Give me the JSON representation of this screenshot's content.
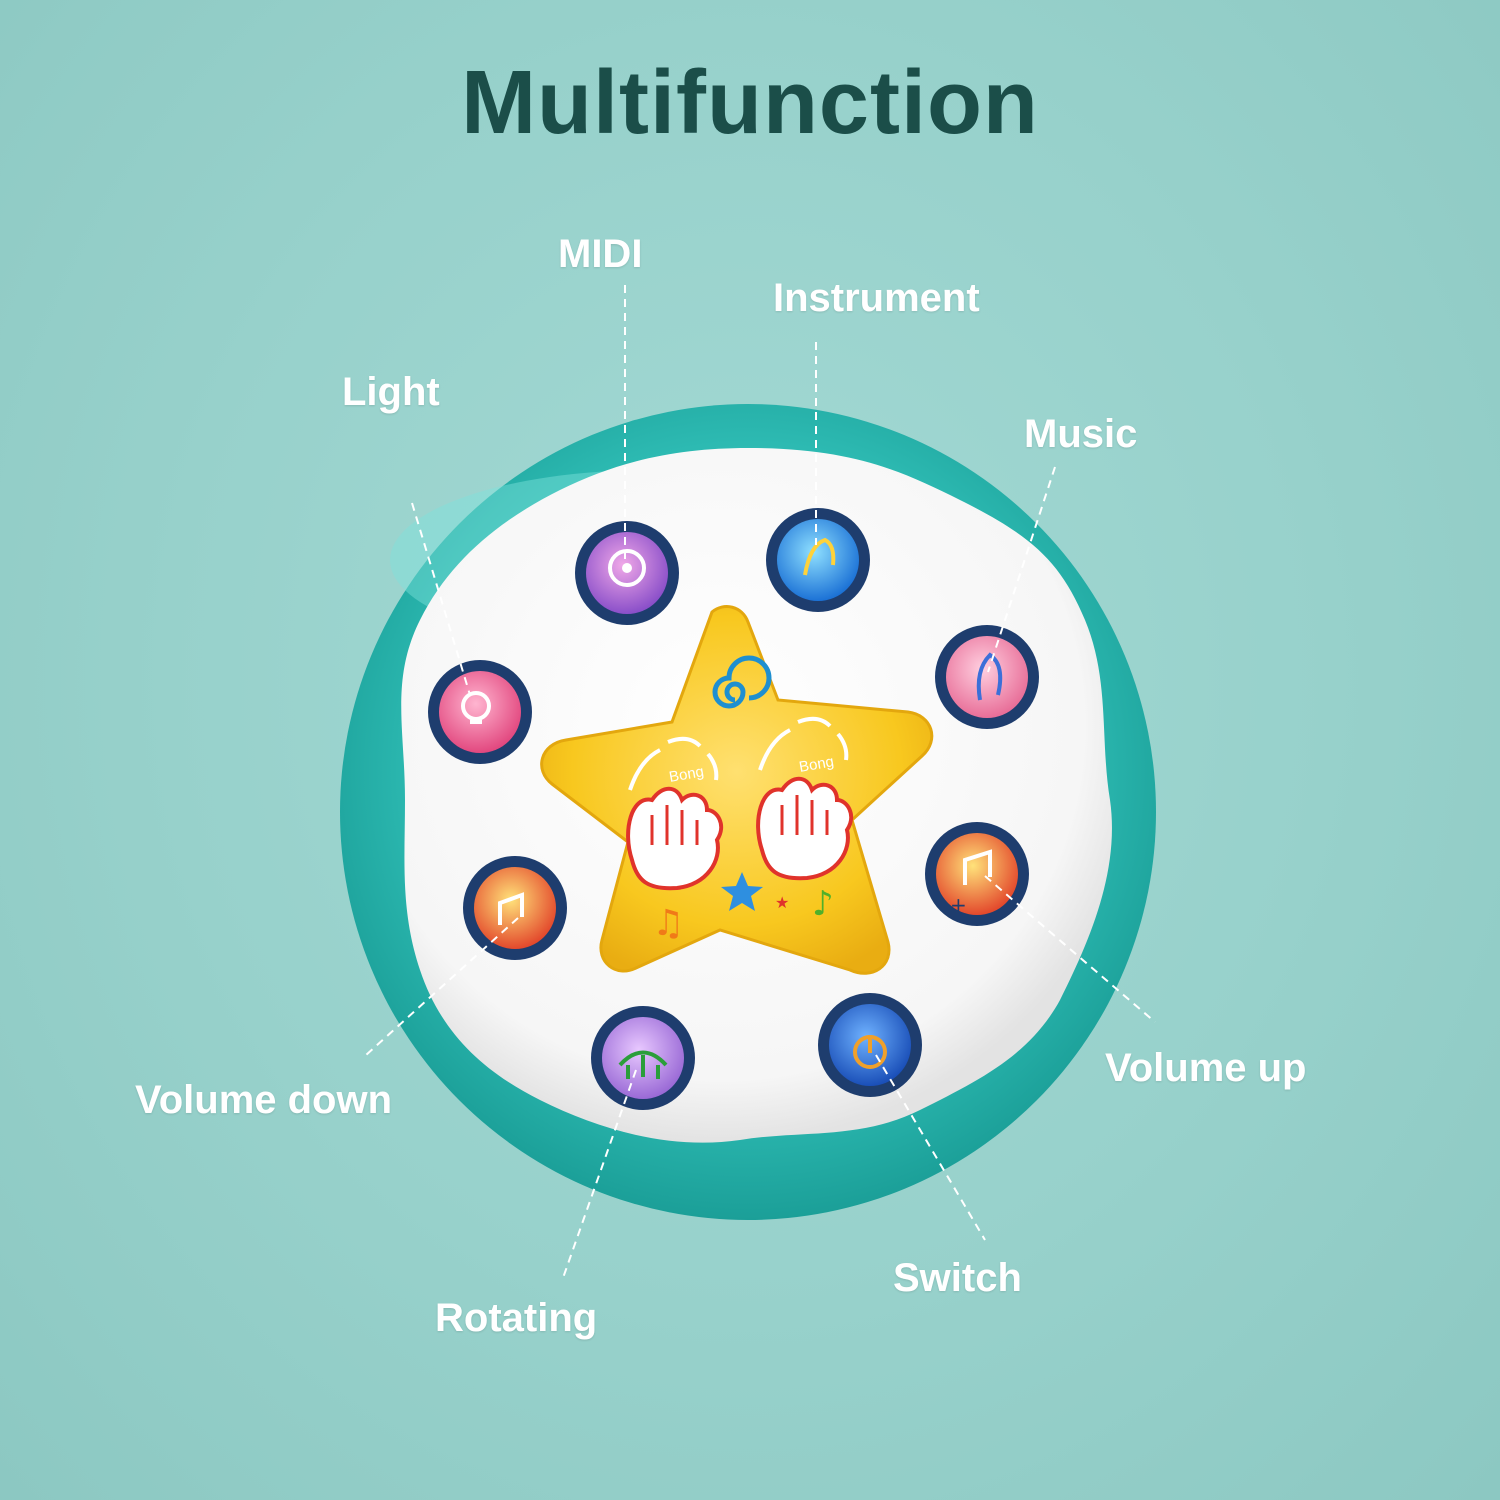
{
  "title": "Multifunction",
  "labels": {
    "midi": "MIDI",
    "instrument": "Instrument",
    "light": "Light",
    "music": "Music",
    "volume_down": "Volume down",
    "volume_up": "Volume up",
    "rotating": "Rotating",
    "switch": "Switch"
  },
  "star_text": {
    "left_bong": "Bong",
    "right_bong": "Bong"
  },
  "colors": {
    "title": "#1b4e49",
    "label": "#ffffff",
    "drum_shell": "#2fbdb5",
    "drum_top": "#ffffff",
    "star": "#f7c51e",
    "button_rim": "#1e3d6e"
  }
}
